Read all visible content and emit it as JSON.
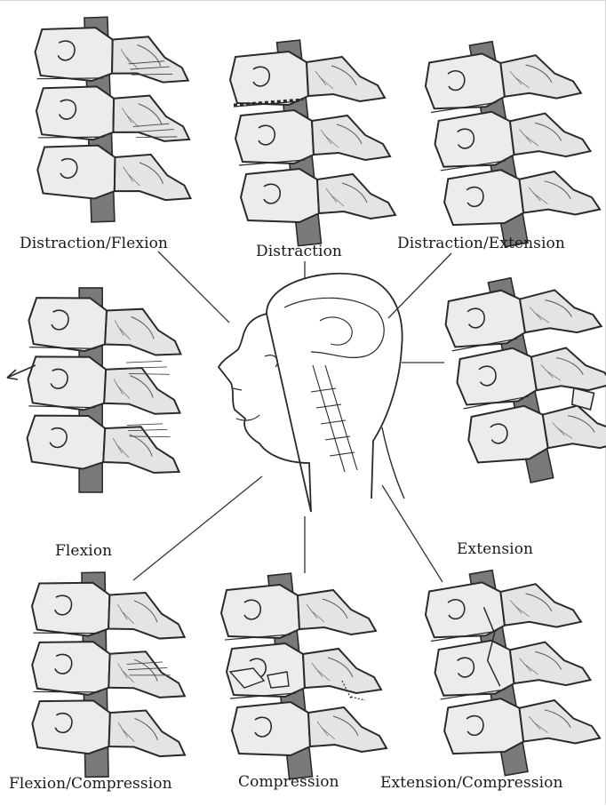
{
  "labels": {
    "distraction_flexion": "Distraction/Flexion",
    "distraction": "Distraction",
    "distraction_extension": "Distraction/Extension",
    "flexion": "Flexion",
    "extension": "Extension",
    "flexion_compression": "Flexion/Compression",
    "compression": "Compression",
    "extension_compression": "Extension/Compression"
  },
  "colors": {
    "ink": "#2a2a2a",
    "bone_fill": "#ececec",
    "ligament_fill": "#7a7a7a",
    "connector_line": "#333333"
  },
  "icons": {
    "center": "head-neck-sagittal-illustration",
    "panels": "cervical-vertebrae-sketch",
    "motion_arrow": "left-arrow-icon"
  }
}
